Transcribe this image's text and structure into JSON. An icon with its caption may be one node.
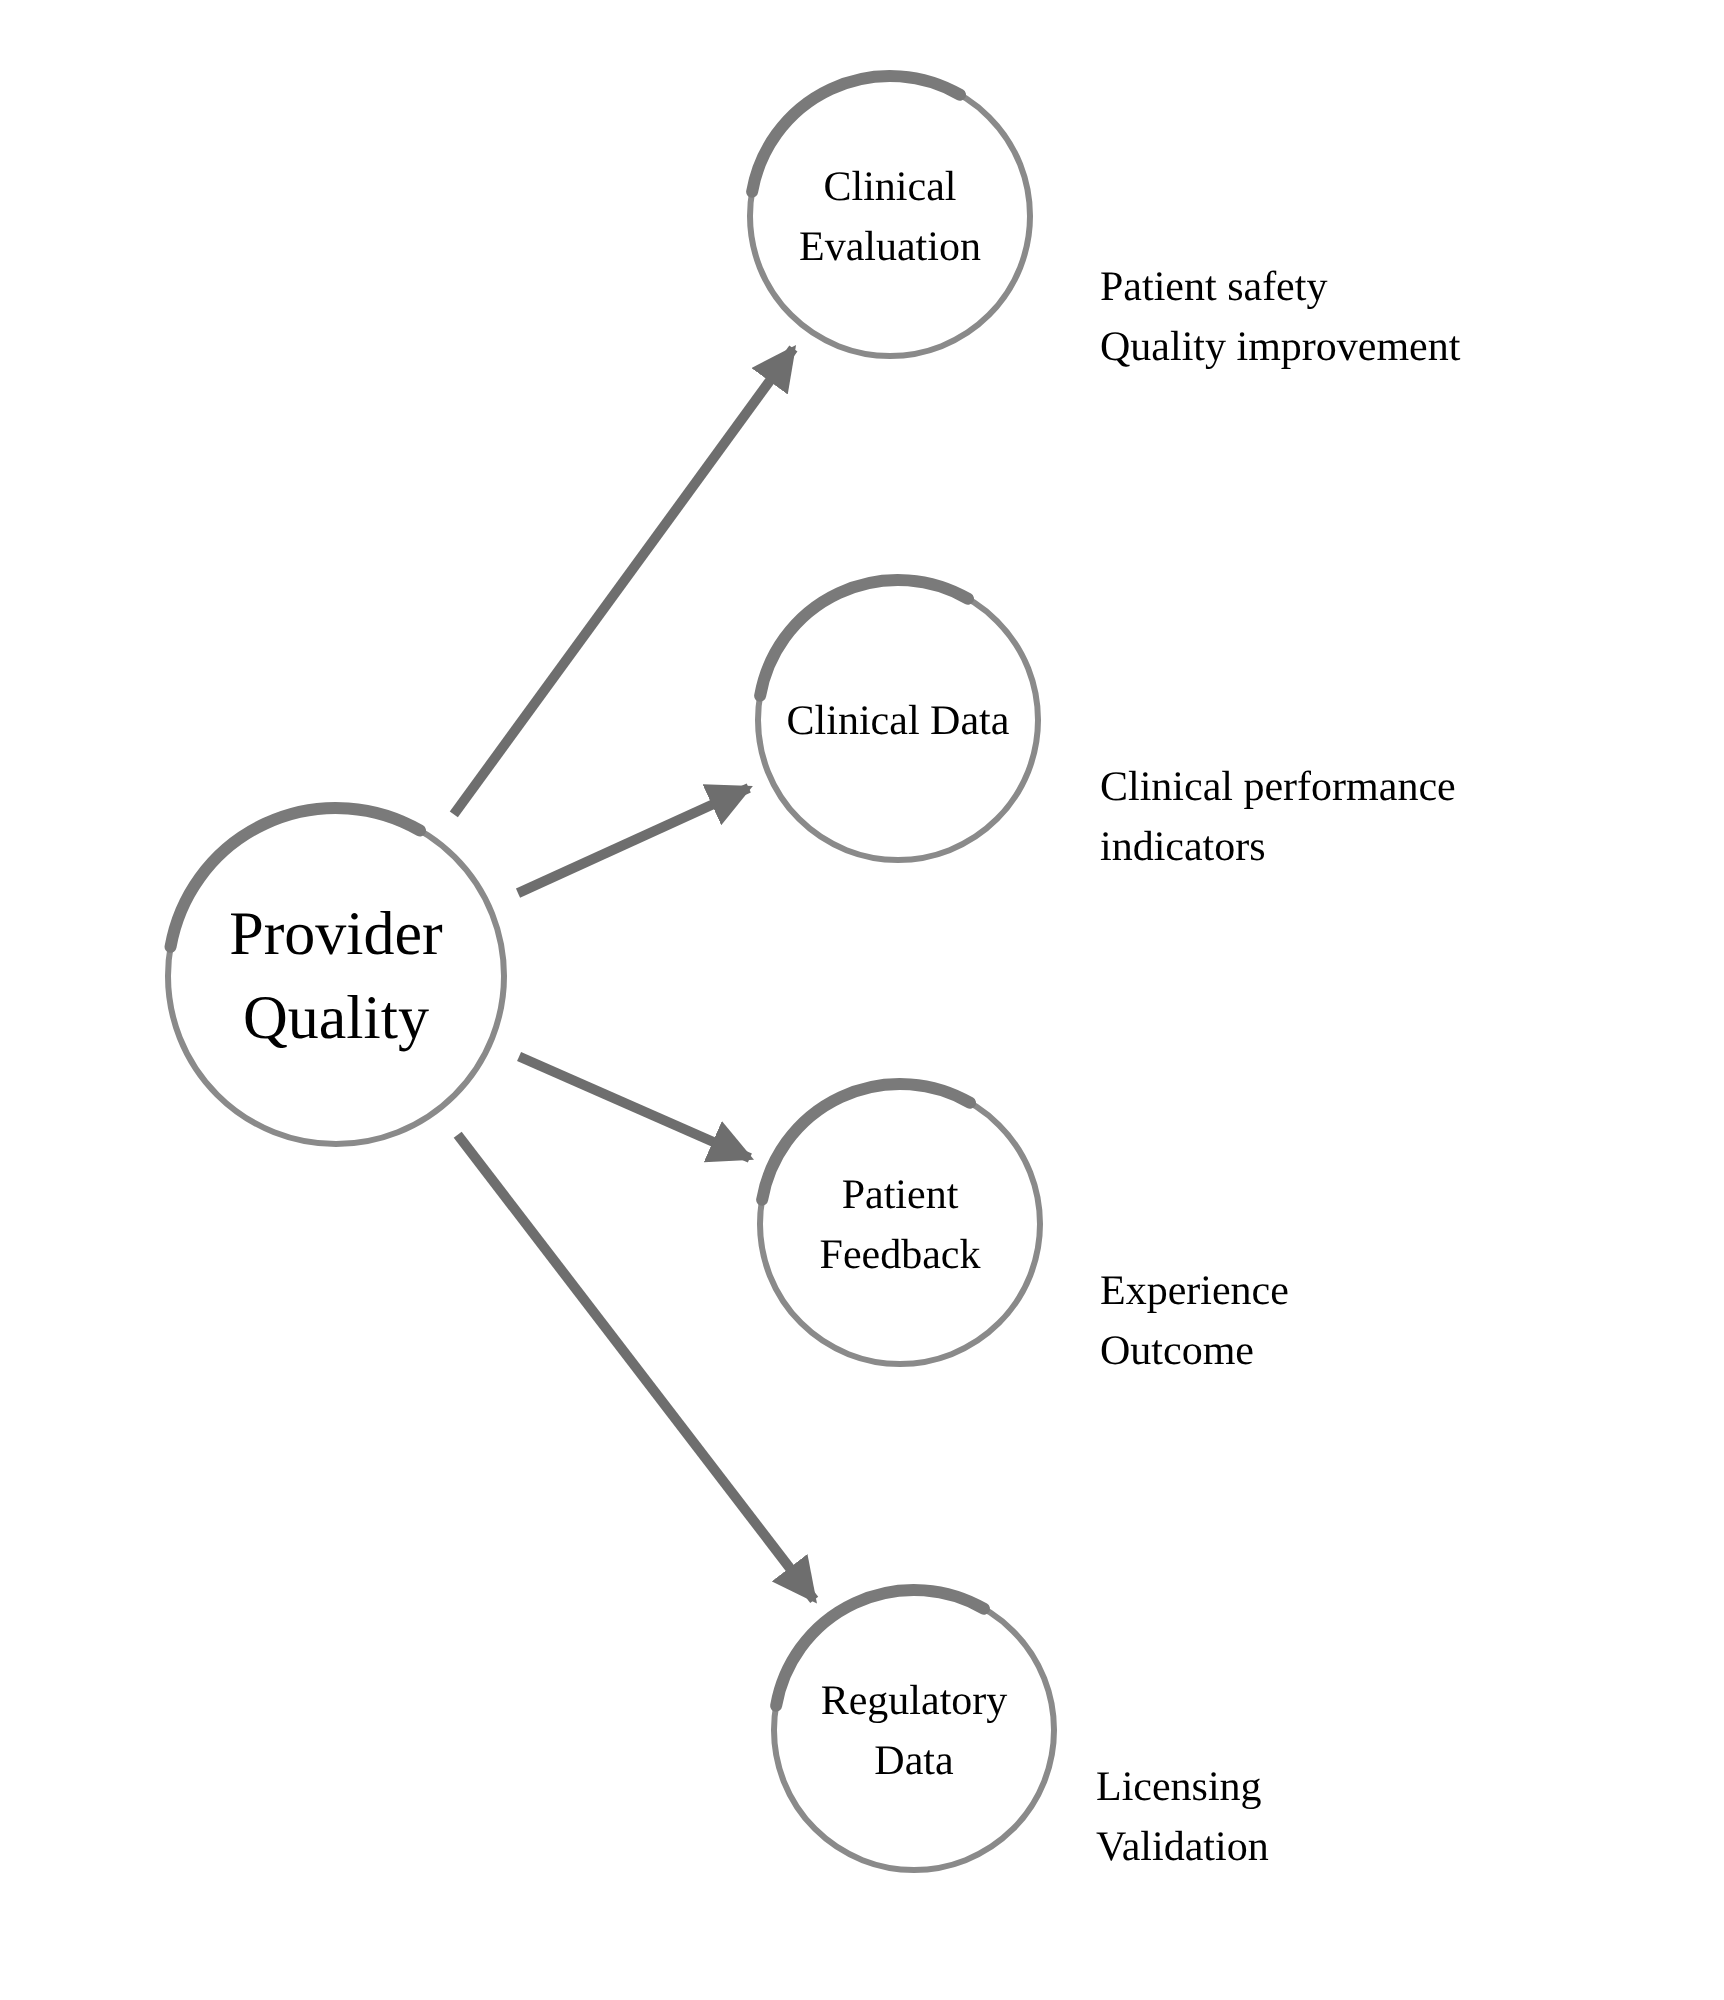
{
  "diagram": {
    "nodes": [
      {
        "text": [
          "Provider Quality"
        ]
      },
      {
        "text": [
          "Clinical Evaluation"
        ],
        "beside": [
          "Patient safety",
          "Quality improvement"
        ]
      },
      {
        "text": [
          "Clinical Data"
        ],
        "beside": [
          "Clinical performance indicators"
        ]
      },
      {
        "text": [
          "Patient Feedback"
        ],
        "beside": [
          "Experience",
          "Outcome"
        ]
      },
      {
        "text": [
          "Regulatory Data"
        ],
        "beside": [
          "Licensing",
          "Validation"
        ]
      }
    ],
    "edges": [
      {
        "from": 0,
        "to": 1,
        "arrow": "to"
      },
      {
        "from": 0,
        "to": 2,
        "arrow": "to"
      },
      {
        "from": 0,
        "to": 3,
        "arrow": "to"
      },
      {
        "from": 0,
        "to": 4,
        "arrow": "to"
      }
    ]
  }
}
